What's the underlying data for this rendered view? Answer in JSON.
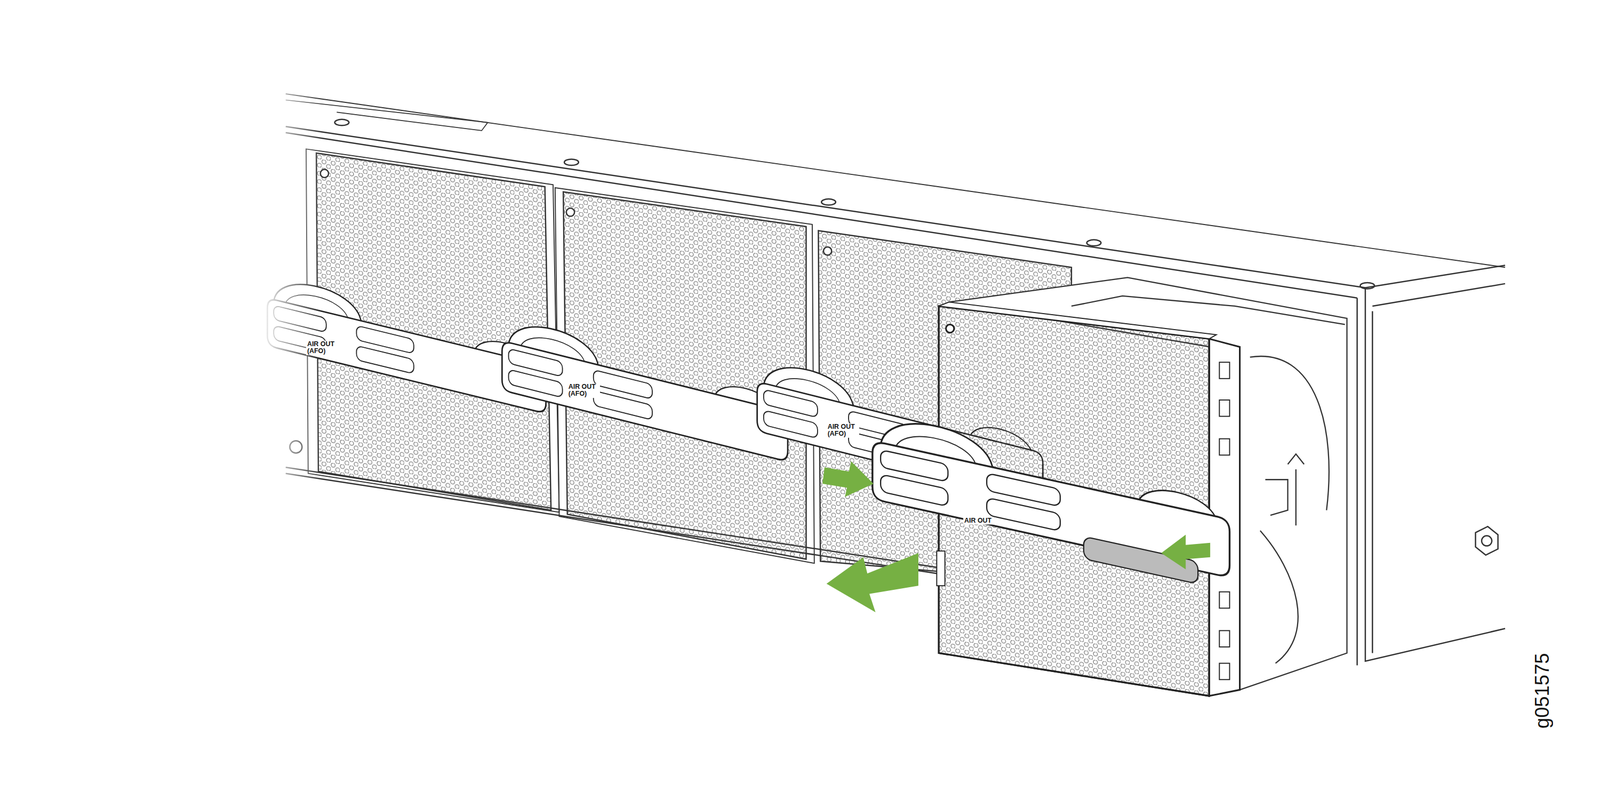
{
  "diagram": {
    "labels": [
      "AIR OUT (AFO)",
      "AIR OUT (AFO)",
      "AIR OUT (AFO)",
      "AIR OUT",
      "g051575"
    ]
  }
}
